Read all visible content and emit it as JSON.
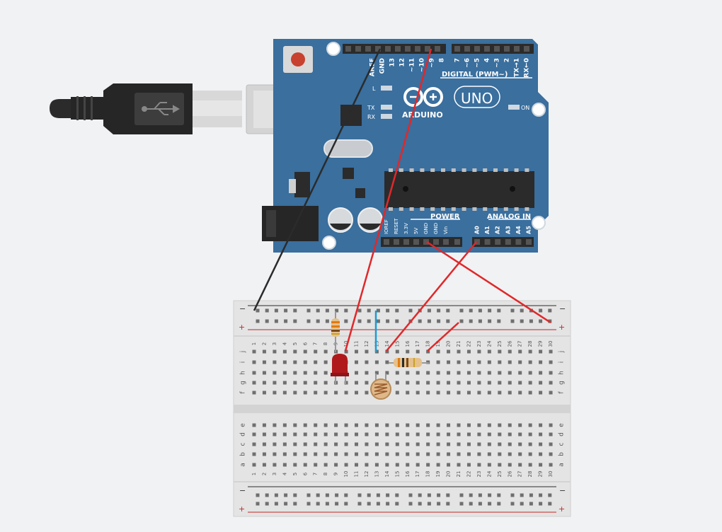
{
  "arduino": {
    "brand": "ARDUINO",
    "model": "UNO",
    "logo_symbol": "∞",
    "digital_header_label": "DIGITAL (PWM~)",
    "digital_pins_left": [
      "AREF",
      "GND",
      "13",
      "12",
      "~11",
      "~10",
      "~9",
      "8"
    ],
    "digital_pins_right": [
      "7",
      "~6",
      "~5",
      "4",
      "~3",
      "2",
      "TX→1",
      "RX←0"
    ],
    "led_labels": {
      "l": "L",
      "tx": "TX",
      "rx": "RX",
      "on": "ON"
    },
    "power_header_label": "POWER",
    "power_pins": [
      "IOREF",
      "RESET",
      "3.3V",
      "5V",
      "GND",
      "GND",
      "Vin"
    ],
    "analog_header_label": "ANALOG IN",
    "analog_pins": [
      "A0",
      "A1",
      "A2",
      "A3",
      "A4",
      "A5"
    ],
    "board_color": "#3a6f9e"
  },
  "breadboard": {
    "row_letters_top": [
      "j",
      "i",
      "h",
      "g",
      "f"
    ],
    "row_letters_bottom": [
      "e",
      "d",
      "c",
      "b",
      "a"
    ],
    "columns": [
      "1",
      "2",
      "3",
      "4",
      "5",
      "6",
      "7",
      "8",
      "9",
      "10",
      "11",
      "12",
      "13",
      "14",
      "15",
      "16",
      "17",
      "18",
      "19",
      "20",
      "21",
      "22",
      "23",
      "24",
      "25",
      "26",
      "27",
      "28",
      "29",
      "30"
    ],
    "rail_minus": "−",
    "rail_plus": "+"
  },
  "colors": {
    "wire_red": "#e0282a",
    "wire_black": "#2b2b2b",
    "wire_blue": "#1a9bd7",
    "led_red": "#b0191c",
    "background": "#f1f2f4"
  }
}
